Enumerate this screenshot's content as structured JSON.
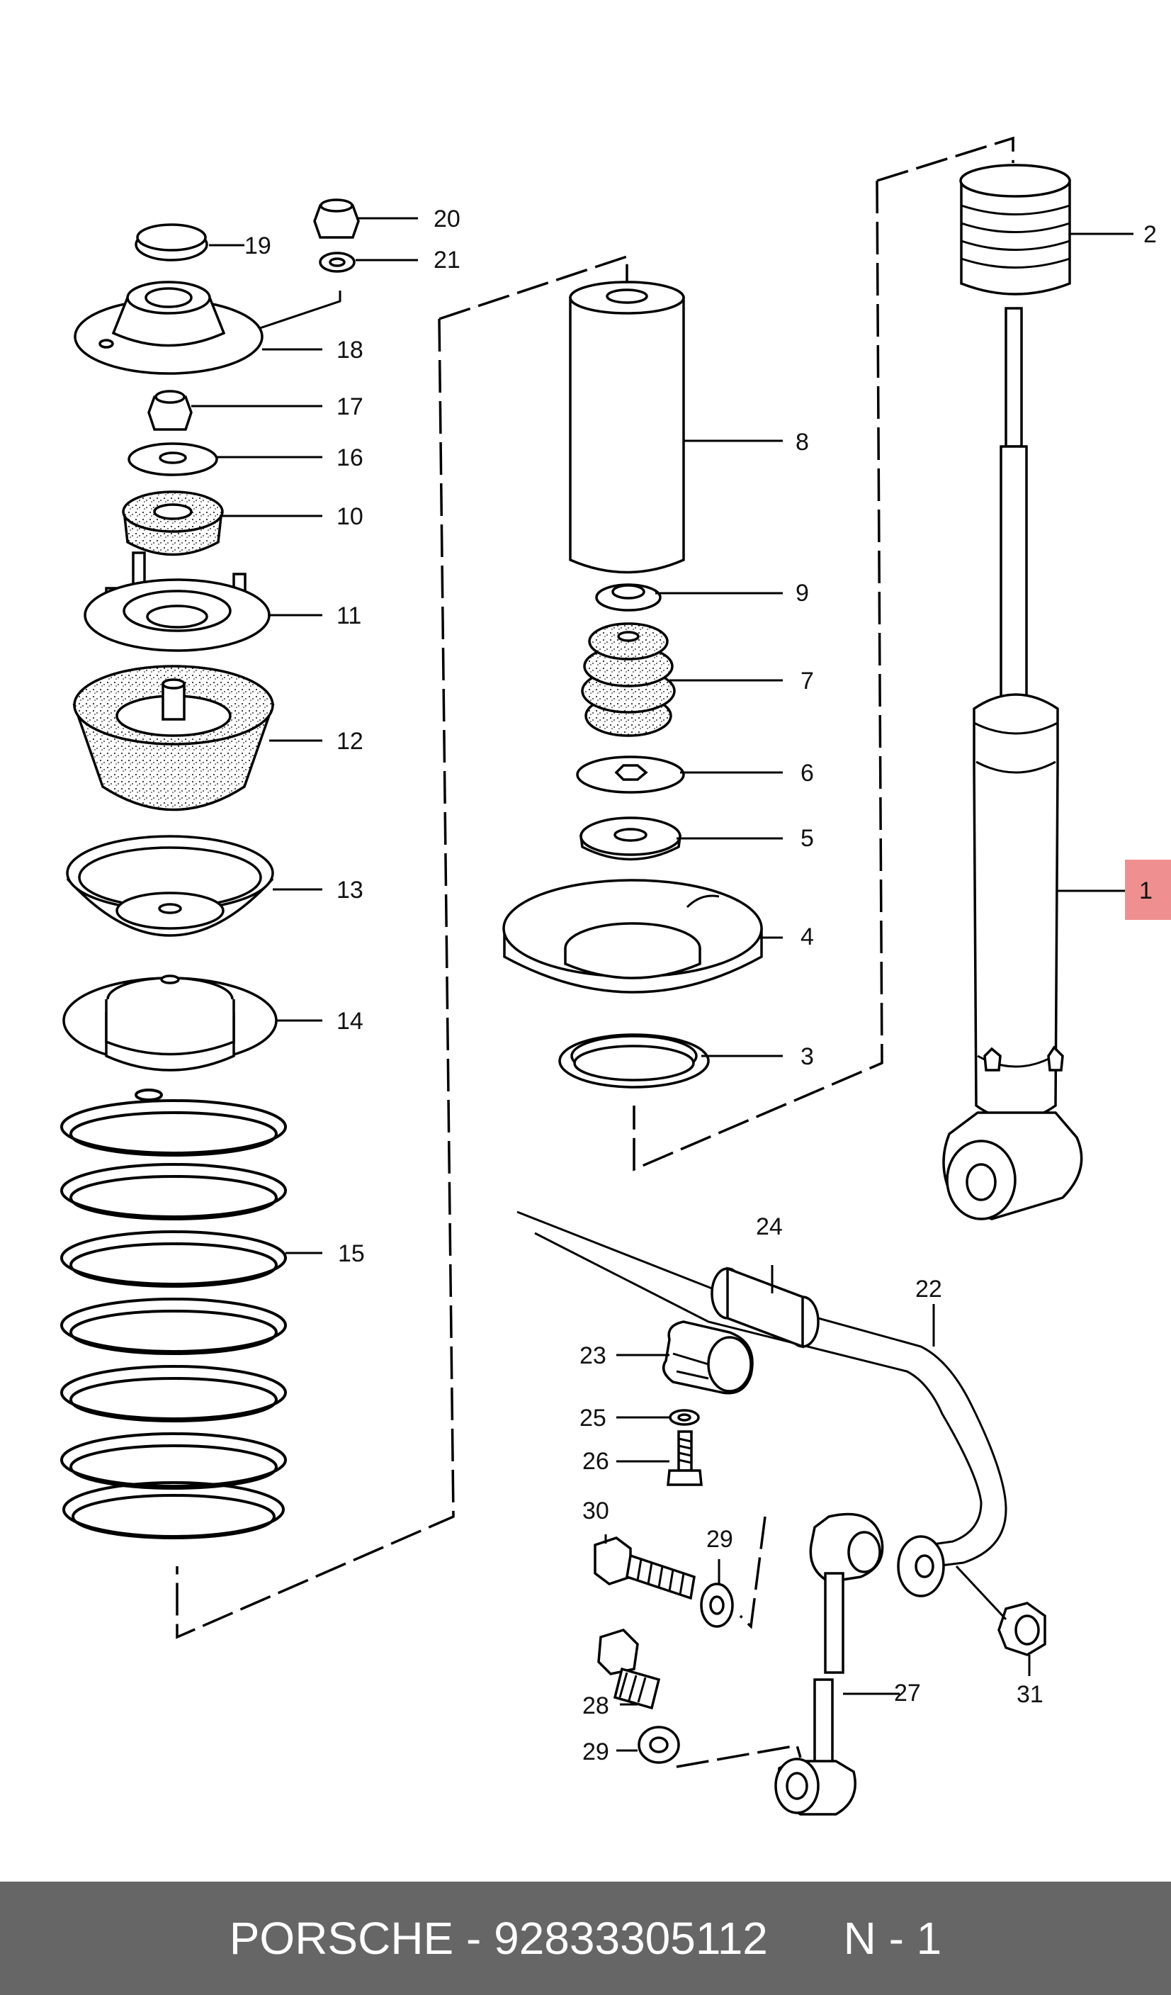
{
  "diagram": {
    "callouts": [
      "1",
      "2",
      "3",
      "4",
      "5",
      "6",
      "7",
      "8",
      "9",
      "10",
      "11",
      "12",
      "13",
      "14",
      "15",
      "16",
      "17",
      "18",
      "19",
      "20",
      "21",
      "22",
      "23",
      "24",
      "25",
      "26",
      "27",
      "28",
      "29",
      "29",
      "30",
      "31"
    ],
    "highlight_color": "#f08f8f"
  },
  "footer": {
    "brand": "PORSCHE",
    "separator": " - ",
    "part_number": "92833305112",
    "position_code": "N - 1",
    "background": "#666666"
  }
}
